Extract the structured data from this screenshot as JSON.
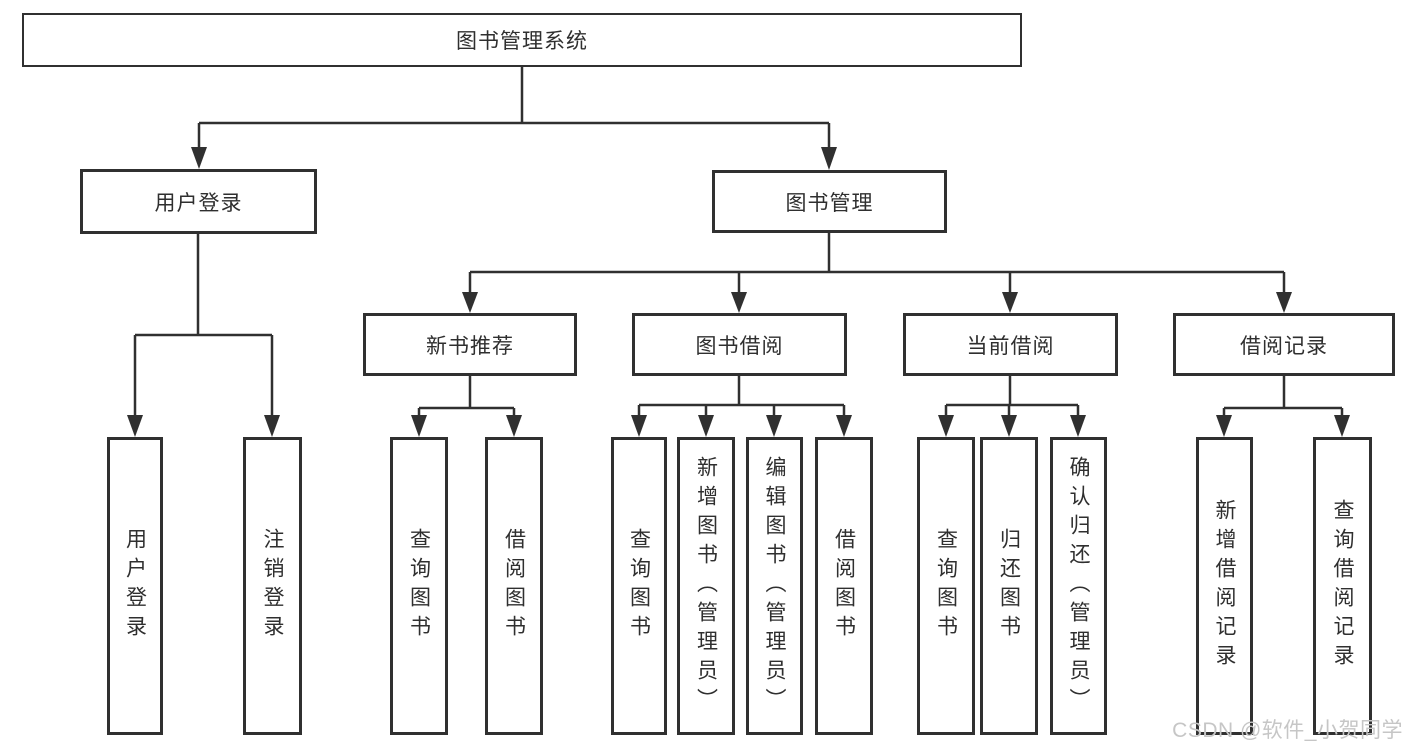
{
  "watermark": {
    "text": "CSDN @软件_小贺同学"
  },
  "colors": {
    "line": "#303030",
    "box_border": "#303030",
    "box_fill": "#ffffff",
    "text": "#2f2f2f",
    "watermark": "#c6c6c6",
    "background": "#ffffff"
  },
  "tree": {
    "root": {
      "label": "图书管理系统"
    },
    "children": [
      {
        "label": "用户登录",
        "children": [
          {
            "label": "用户登录"
          },
          {
            "label": "注销登录"
          }
        ]
      },
      {
        "label": "图书管理",
        "children": [
          {
            "label": "新书推荐",
            "children": [
              {
                "label": "查询图书"
              },
              {
                "label": "借阅图书"
              }
            ]
          },
          {
            "label": "图书借阅",
            "children": [
              {
                "label": "查询图书"
              },
              {
                "label": "新增图书（管理员）"
              },
              {
                "label": "编辑图书（管理员）"
              },
              {
                "label": "借阅图书"
              }
            ]
          },
          {
            "label": "当前借阅",
            "children": [
              {
                "label": "查询图书"
              },
              {
                "label": "归还图书"
              },
              {
                "label": "确认归还（管理员）"
              }
            ]
          },
          {
            "label": "借阅记录",
            "children": [
              {
                "label": "新增借阅记录"
              },
              {
                "label": "查询借阅记录"
              }
            ]
          }
        ]
      }
    ]
  }
}
